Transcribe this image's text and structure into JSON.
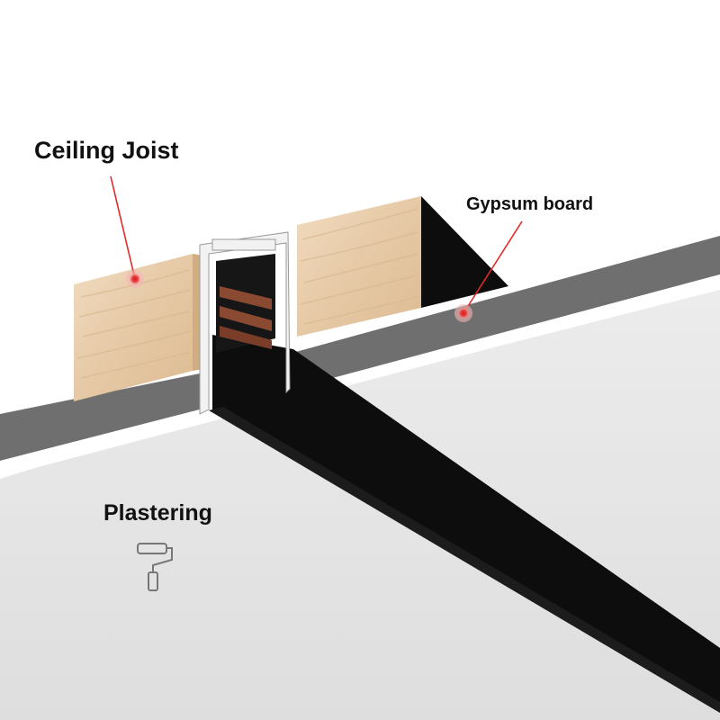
{
  "labels": {
    "ceiling_joist": "Ceiling Joist",
    "gypsum_board": "Gypsum board",
    "plastering": "Plastering"
  },
  "icons": {
    "marker": "red-dot-marker-icon",
    "roller": "paint-roller-icon"
  },
  "colors": {
    "background_top": "#ffffff",
    "ceiling_surface": "#e6e6e6",
    "gypsum_board": "#6f6f6f",
    "plaster_edge": "#ffffff",
    "wood": "#e8cfb0",
    "wood_dark": "#d4b48d",
    "track": "#0d0d0d",
    "copper": "#8a4a32",
    "aluminium": "#f2f2f2",
    "marker": "#e12b2b",
    "pointer_line": "#e12b2b"
  }
}
